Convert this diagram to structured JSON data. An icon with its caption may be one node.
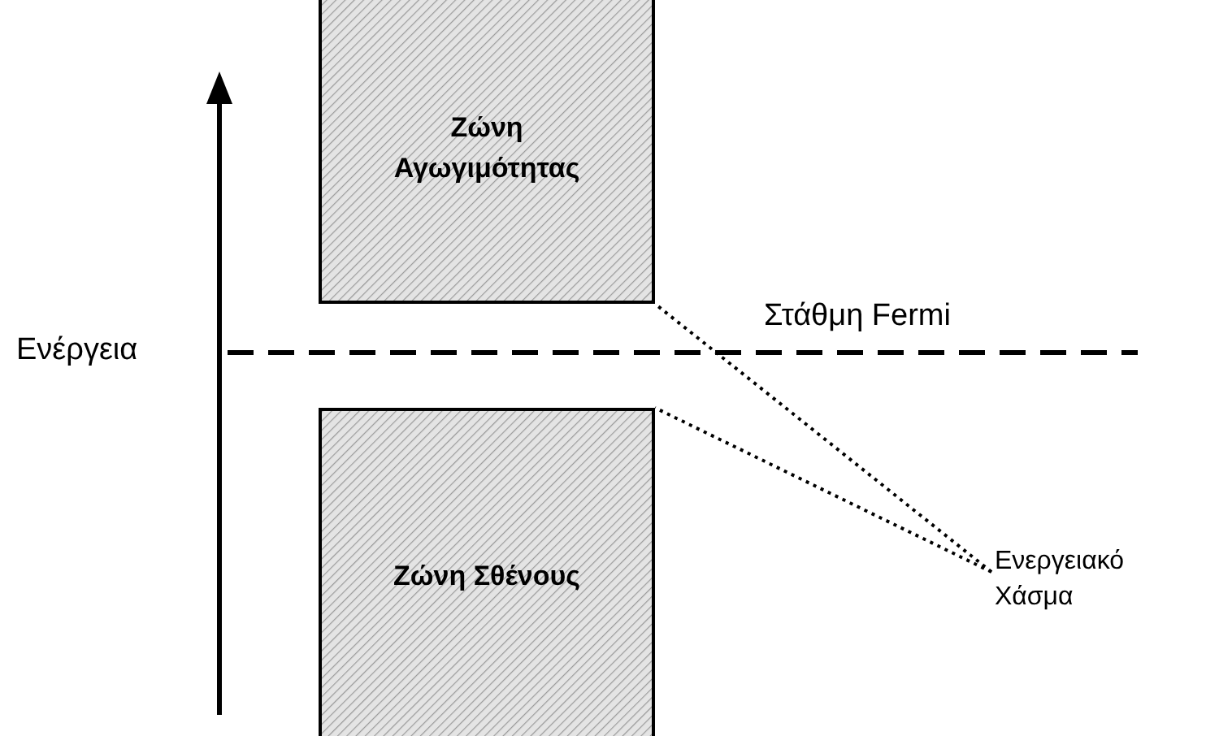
{
  "diagram": {
    "nodes": [
      {
        "text": [
          "Ζώνη Αγωγιμότητας"
        ]
      },
      {
        "text": [
          "Ζώνη Σθένους"
        ]
      },
      {
        "text": [
          "Ενεργειακό Χάσμα"
        ]
      }
    ],
    "edges": [
      {
        "from": 2,
        "to": 0,
        "arrow": "none",
        "style": "dashed"
      },
      {
        "from": 2,
        "to": 1,
        "arrow": "none",
        "style": "dashed"
      }
    ],
    "labels": [
      "Στάθμη Fermi",
      "Ενέργεια"
    ]
  }
}
